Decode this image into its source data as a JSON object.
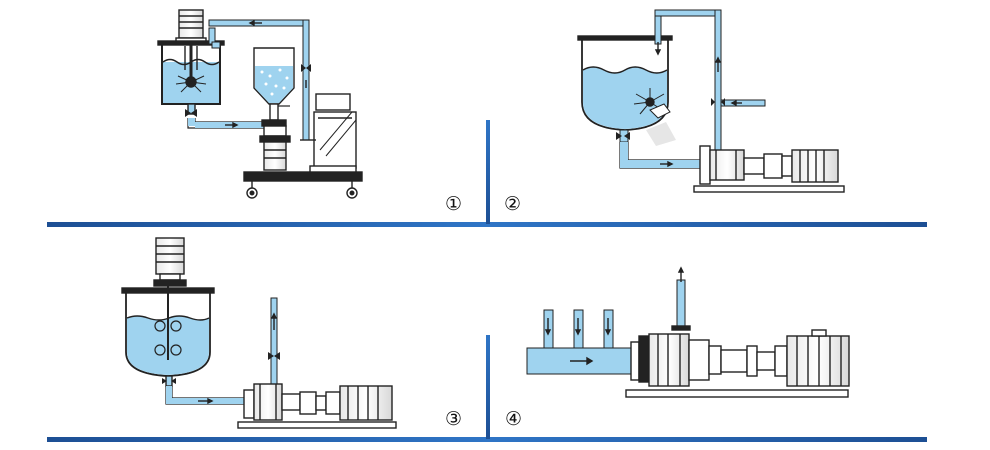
{
  "panels": [
    {
      "label": "①"
    },
    {
      "label": "②"
    },
    {
      "label": "③"
    },
    {
      "label": "④"
    }
  ],
  "colors": {
    "divider": "#1f5fa8",
    "liquid": "#9fd3ef",
    "pipe": "#9fd3ef",
    "outline": "#222222",
    "machine": "#ffffff"
  }
}
